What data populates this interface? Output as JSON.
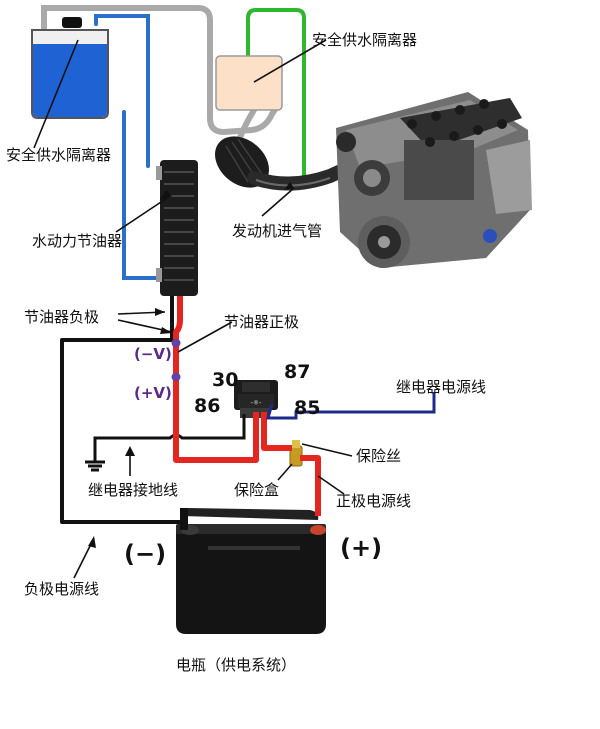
{
  "labels": {
    "water_tank": "安全供水隔离器",
    "safety_isolator": "安全供水隔离器",
    "regulator": "水动力节油器",
    "intake_pipe": "发动机进气管",
    "regulator_neg": "节油器负极",
    "regulator_pos": "节油器正极",
    "relay_power_line": "继电器电源线",
    "relay_ground_line": "继电器接地线",
    "fuse": "保险丝",
    "fuse_box": "保险盒",
    "pos_power_line": "正极电源线",
    "neg_power_line": "负极电源线",
    "battery": "电瓶（供电系统）"
  },
  "polarity": {
    "neg_v": "(−V)",
    "pos_v": "(+V)",
    "battery_neg": "(−)",
    "battery_pos": "(+)"
  },
  "relay_pins": {
    "p30": "30",
    "p87": "87",
    "p86": "86",
    "p85": "85"
  },
  "colors": {
    "positive_wire": "#e52520",
    "negative_wire": "#111111",
    "relay_power_wire": "#1c2a8c",
    "water_line": "#2a6fc9",
    "gas_line": "#2db82d",
    "hose": "#a9a9a9",
    "marker": "#6b3fa0"
  }
}
